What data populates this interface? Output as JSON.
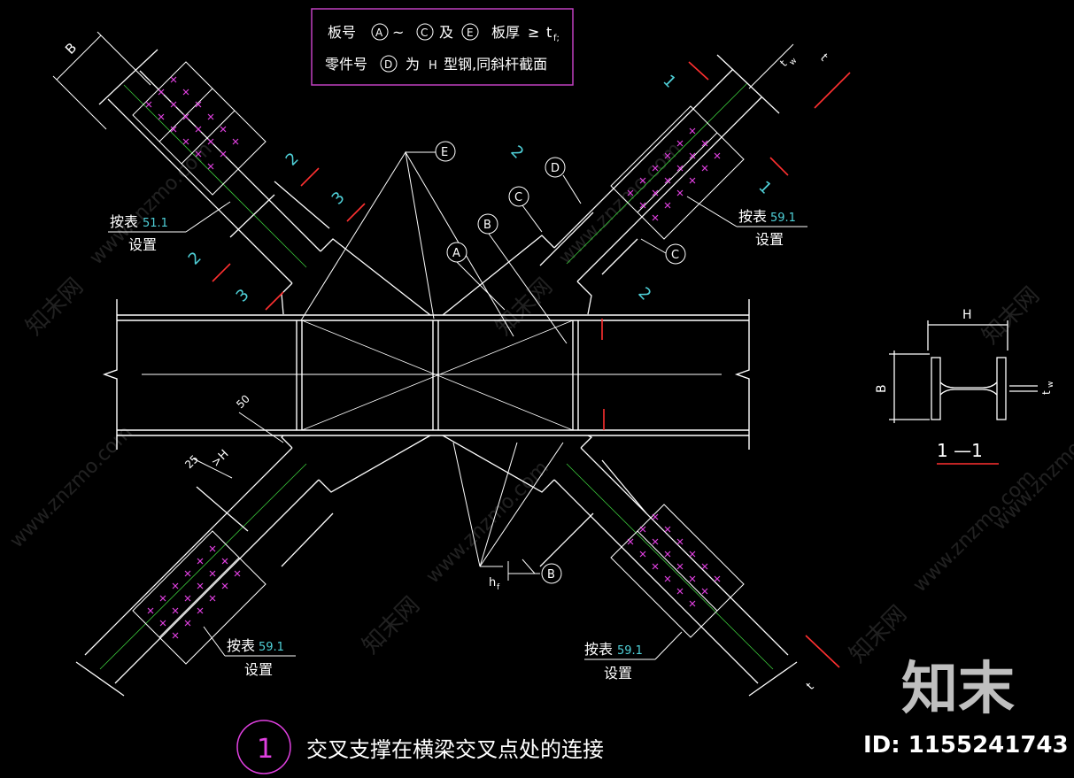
{
  "legend": {
    "line1": {
      "prefix": "板号",
      "a": "A",
      "tilde": "~",
      "c": "C",
      "and": "及",
      "e": "E",
      "thickness": "板厚",
      "geq": "≥",
      "tf": "t",
      "tf_sub": "f;"
    },
    "line2": {
      "part_no": "零件号",
      "d": "D",
      "desc_for": "为",
      "desc_h": "H",
      "desc_tail": "型钢,同斜杆截面"
    }
  },
  "callouts": {
    "A": "A",
    "B": "B",
    "C": "C",
    "D": "D",
    "E": "E"
  },
  "section_marks": {
    "one": "1",
    "two": "2",
    "three": "3"
  },
  "notes": {
    "top_left": {
      "line1": "按表",
      "ref": "51.1",
      "line2": "设置"
    },
    "top_right": {
      "line1": "按表",
      "ref": "59.1",
      "line2": "设置"
    },
    "bottom_left": {
      "line1": "按表",
      "ref": "59.1",
      "line2": "设置"
    },
    "bottom_right": {
      "line1": "按表",
      "ref": "59.1",
      "line2": "设置"
    }
  },
  "dims": {
    "B": "B",
    "H": "H",
    "tw": "t",
    "tw_sub": "w",
    "hf": "h",
    "hf_sub": "f",
    "d50": "50",
    "d25": "25",
    "geH": ">H"
  },
  "section_detail": {
    "label": "1 —1"
  },
  "title": {
    "number": "1",
    "text": "交叉支撑在横梁交叉点处的连接"
  },
  "watermark": {
    "brand": "知末",
    "id": "ID: 1155241743",
    "repeat_cn": "知末网",
    "repeat_url": "www.znzmo.com"
  },
  "colors": {
    "background": "#000000",
    "lines": "#ffffff",
    "cyan": "#4fd0d8",
    "magenta": "#e040e0",
    "red": "#ff3030",
    "green": "#3ccc3c",
    "legend_border": "#c040c0"
  }
}
